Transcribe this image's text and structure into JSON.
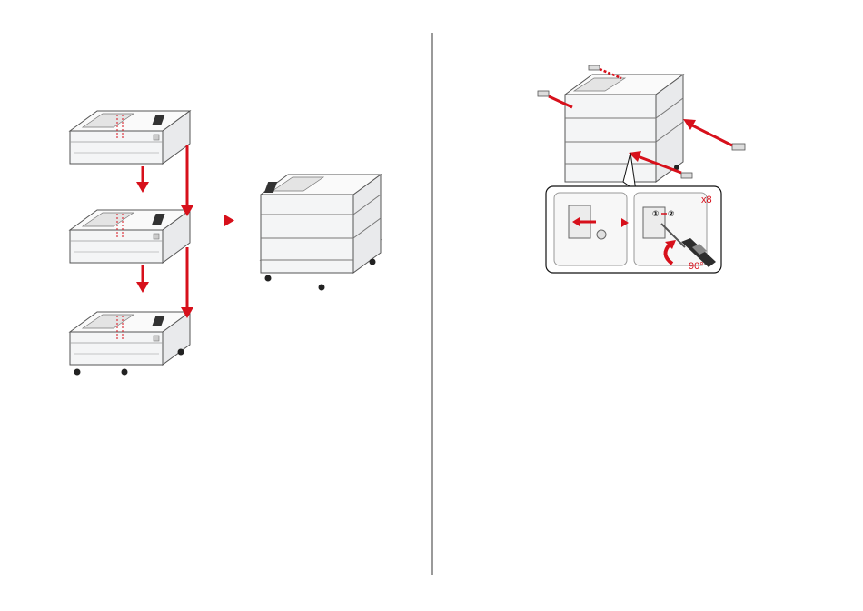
{
  "labels": {
    "screw_count": "x8",
    "rotation_angle": "90°",
    "step_one_symbol": "①",
    "step_two_symbol": "②"
  },
  "colors": {
    "accent_red": "#d7101b",
    "outline": "#555555",
    "unit_fill": "#f4f5f6",
    "paper_fill": "#e4e4e4",
    "divider": "#9a9a9a"
  },
  "icons": [
    "down-arrow-icon",
    "step-triangle-icon",
    "screwdriver-icon",
    "rotate-arrow-icon",
    "screw-icon"
  ]
}
